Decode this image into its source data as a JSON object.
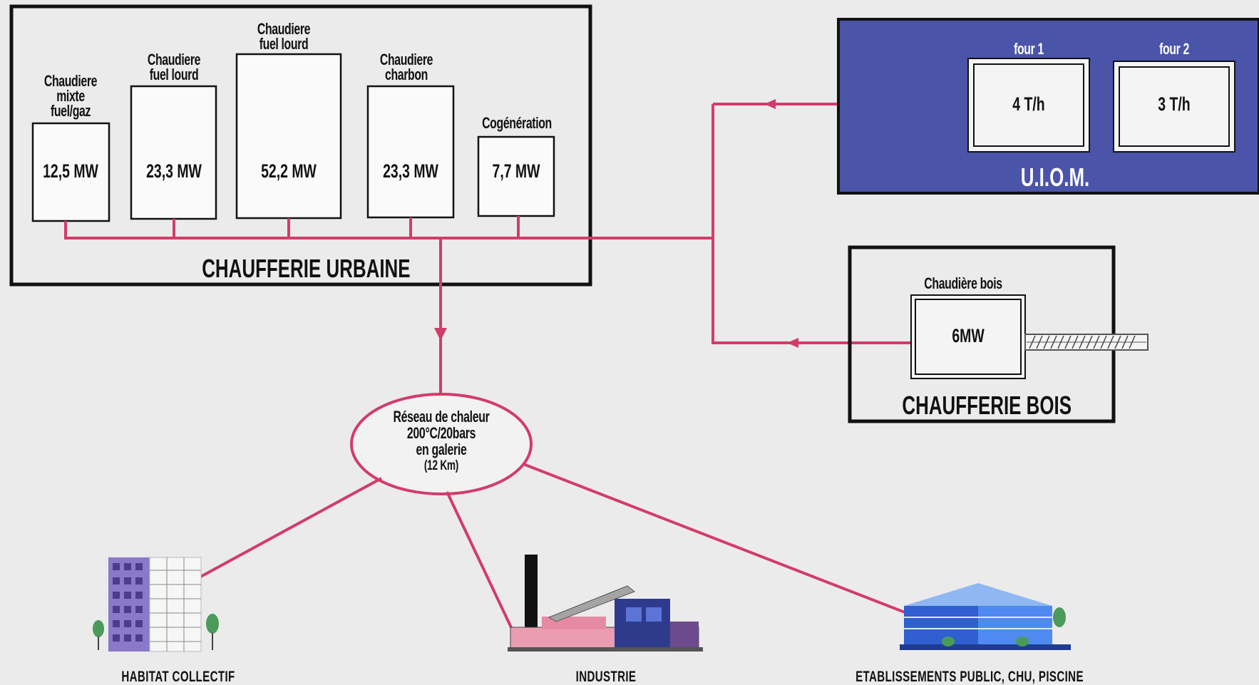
{
  "urban_plant": {
    "title": "CHAUFFERIE URBAINE",
    "boilers": [
      {
        "label_lines": [
          "Chaudiere",
          "mixte",
          "fuel/gaz"
        ],
        "power": "12,5 MW"
      },
      {
        "label_lines": [
          "Chaudiere",
          "fuel lourd"
        ],
        "power": "23,3 MW"
      },
      {
        "label_lines": [
          "Chaudiere",
          "fuel lourd"
        ],
        "power": "52,2 MW"
      },
      {
        "label_lines": [
          "Chaudiere",
          "charbon"
        ],
        "power": "23,3 MW"
      },
      {
        "label_lines": [
          "Cogénération"
        ],
        "power": "7,7 MW"
      }
    ]
  },
  "uiom": {
    "title": "U.I.O.M.",
    "furnaces": [
      {
        "label": "four 1",
        "capacity": "4 T/h"
      },
      {
        "label": "four 2",
        "capacity": "3 T/h"
      }
    ]
  },
  "wood_plant": {
    "title": "CHAUFFERIE BOIS",
    "boiler_label": "Chaudière bois",
    "power": "6MW"
  },
  "network": {
    "line1": "Réseau de chaleur",
    "line2": "200°C/20bars",
    "line3": "en galerie",
    "line4": "(12 Km)"
  },
  "consumers": [
    {
      "label": "HABITAT COLLECTIF"
    },
    {
      "label": "INDUSTRIE"
    },
    {
      "label": "ETABLISSEMENTS PUBLIC, CHU, PISCINE"
    }
  ],
  "colors": {
    "pipe": "#d23c6a",
    "uiom_fill": "#4a54a8",
    "frame": "#111111"
  }
}
